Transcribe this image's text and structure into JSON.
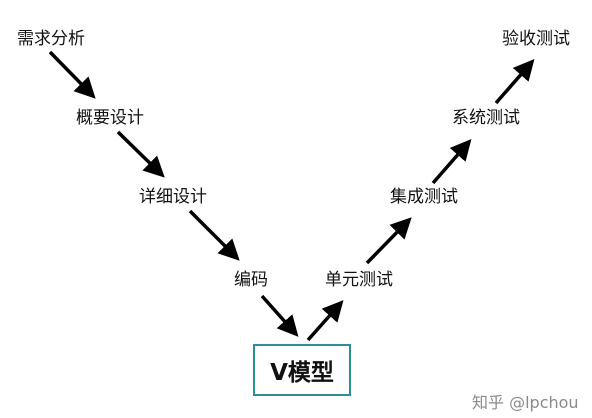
{
  "diagram": {
    "title": "V模型",
    "left_branch": [
      {
        "label": "需求分析"
      },
      {
        "label": "概要设计"
      },
      {
        "label": "详细设计"
      },
      {
        "label": "编码"
      }
    ],
    "right_branch": [
      {
        "label": "单元测试"
      },
      {
        "label": "集成测试"
      },
      {
        "label": "系统测试"
      },
      {
        "label": "验收测试"
      }
    ],
    "arrow_color": "#000000",
    "box_border_color": "#2e8e96"
  },
  "watermark": "知乎 @lpchou"
}
